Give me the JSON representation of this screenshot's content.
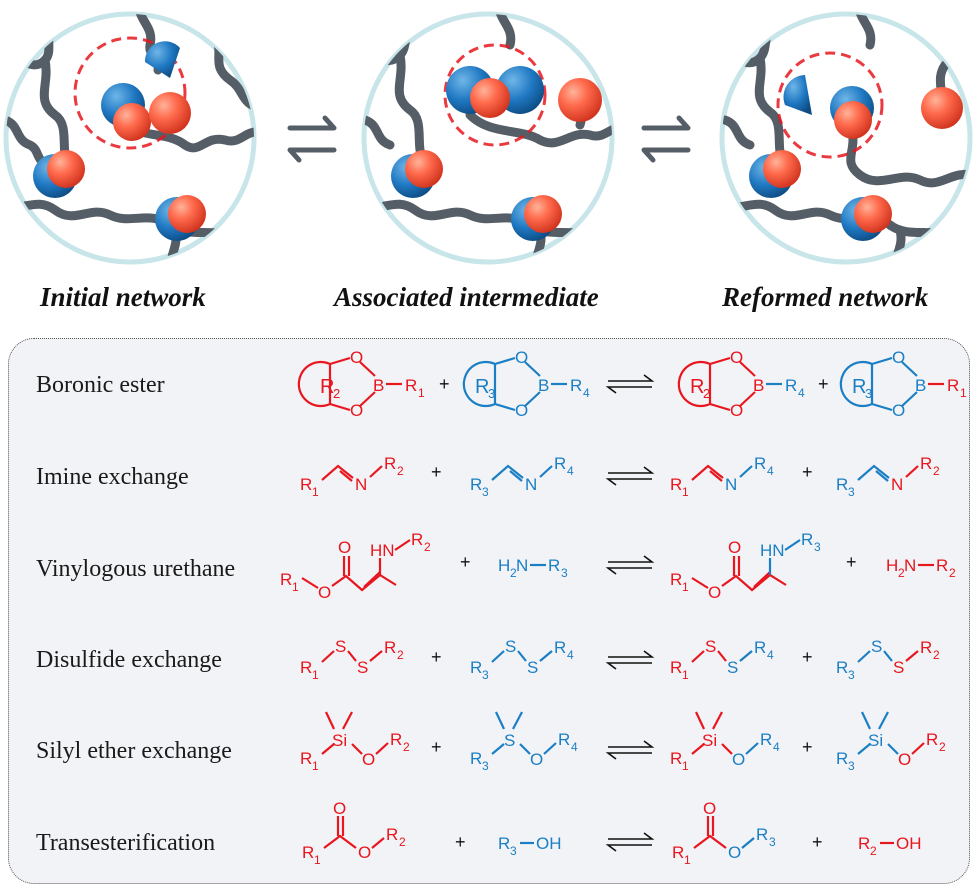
{
  "captions": {
    "initial": "Initial network",
    "intermediate": "Associated intermediate",
    "reformed": "Reformed network"
  },
  "rows": [
    {
      "label": "Boronic ester"
    },
    {
      "label": "Imine exchange"
    },
    {
      "label": "Vinylogous urethane"
    },
    {
      "label": "Disulfide exchange"
    },
    {
      "label": "Silyl ether exchange"
    },
    {
      "label": "Transesterification"
    }
  ],
  "atoms": {
    "O": "O",
    "B": "B",
    "N": "N",
    "S": "S",
    "Si": "Si",
    "HN": "HN",
    "OH": "OH",
    "R": "R",
    "H": "H",
    "plus": "+",
    "n1": "1",
    "n2": "2",
    "n3": "3",
    "n4": "4"
  },
  "colors": {
    "reactant_a": "#e8161e",
    "reactant_b": "#1a7fc4",
    "circle_fill": "#ffffff",
    "circle_border": "#c8e6ea",
    "polymer_chain": "#555e66",
    "focus_ring": "#e8161e",
    "box_fill": "#f2f3f6"
  }
}
